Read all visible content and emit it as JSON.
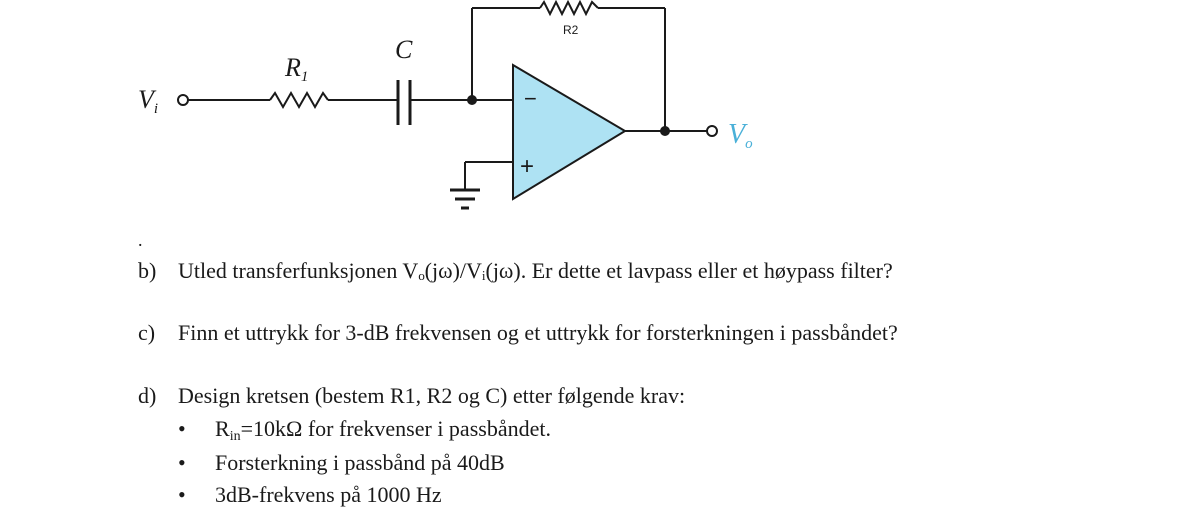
{
  "circuit": {
    "label_vi": "V",
    "label_vi_sub": "i",
    "label_r1": "R",
    "label_r1_sub": "1",
    "label_c": "C",
    "label_r2": "R2",
    "label_vo": "V",
    "label_vo_sub": "o",
    "opamp_minus": "−",
    "opamp_plus": "+",
    "colors": {
      "opamp_fill": "#aee2f3",
      "vo_label": "#4ab0d8",
      "wire": "#1a1a1a"
    }
  },
  "stray_mark": ".",
  "questions": [
    {
      "label": "b)",
      "text": "Utled transferfunksjonen Vₒ(jω)/Vᵢ(jω). Er dette et lavpass eller et høypass filter?"
    },
    {
      "label": "c)",
      "text": "Finn et uttrykk for 3-dB frekvensen og et uttrykk for forsterkningen i passbåndet?"
    },
    {
      "label": "d)",
      "text": "Design kretsen (bestem R1, R2 og C) etter følgende krav:"
    }
  ],
  "bullet_symbol": "•",
  "requirements": {
    "rin_main": "R",
    "rin_sub": "in",
    "rin_rest": "=10kΩ for frekvenser i passbåndet.",
    "gain": "Forsterkning i passbånd på 40dB",
    "freq": "3dB-frekvens på 1000 Hz"
  }
}
